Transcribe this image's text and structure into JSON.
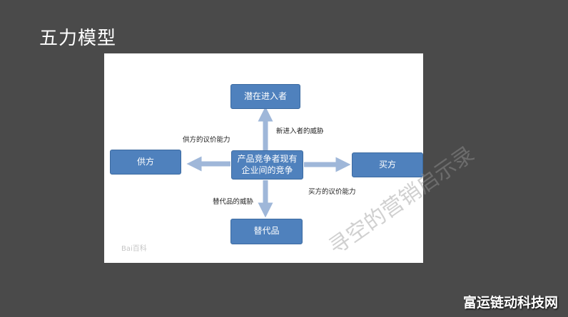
{
  "slide": {
    "title": "五力模型"
  },
  "diagram": {
    "nodes": {
      "top": "潜在进入者",
      "left": "供方",
      "center": "产品竞争者现有企业间的竞争",
      "right": "买方",
      "bottom": "替代品"
    },
    "edges": {
      "top": "新进入者的威胁",
      "left": "供方的议价能力",
      "right": "买方的议价能力",
      "bottom": "替代品的威胁"
    },
    "colors": {
      "node_fill": "#4f81bd",
      "arrow": "#9fb7d9"
    }
  },
  "watermarks": {
    "diagonal": "寻空的营销启示录",
    "small": "Bai百科",
    "corner": "富运链动科技网"
  }
}
